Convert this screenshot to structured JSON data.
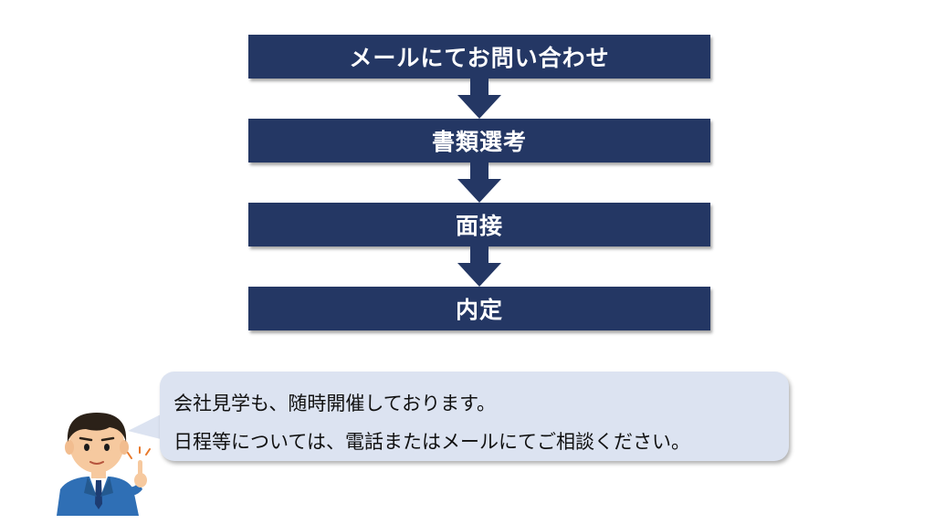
{
  "flow": {
    "steps": [
      {
        "label": "メールにてお問い合わせ"
      },
      {
        "label": "書類選考"
      },
      {
        "label": "面接"
      },
      {
        "label": "内定"
      }
    ]
  },
  "message": {
    "line1": "会社見学も、随時開催しております。",
    "line2": "日程等については、電話またはメールにてご相談ください。"
  },
  "colors": {
    "step_fill": "#243764",
    "bubble_fill": "#dce3f1"
  },
  "icons": {
    "avatar": "businessman-pointing-icon"
  }
}
